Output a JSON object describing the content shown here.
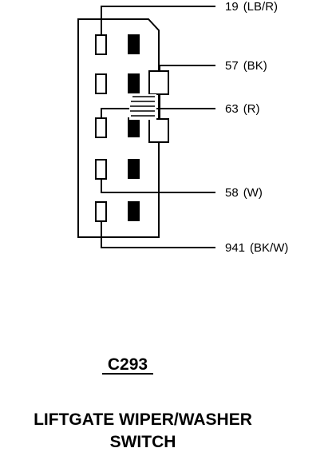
{
  "wires": [
    {
      "circuit": "19",
      "color": "(LB/R)"
    },
    {
      "circuit": "57",
      "color": "(BK)"
    },
    {
      "circuit": "63",
      "color": "(R)"
    },
    {
      "circuit": "58",
      "color": "(W)"
    },
    {
      "circuit": "941",
      "color": "(BK/W)"
    }
  ],
  "connector": "C293",
  "title_line1": "LIFTGATE WIPER/WASHER",
  "title_line2": "SWITCH"
}
